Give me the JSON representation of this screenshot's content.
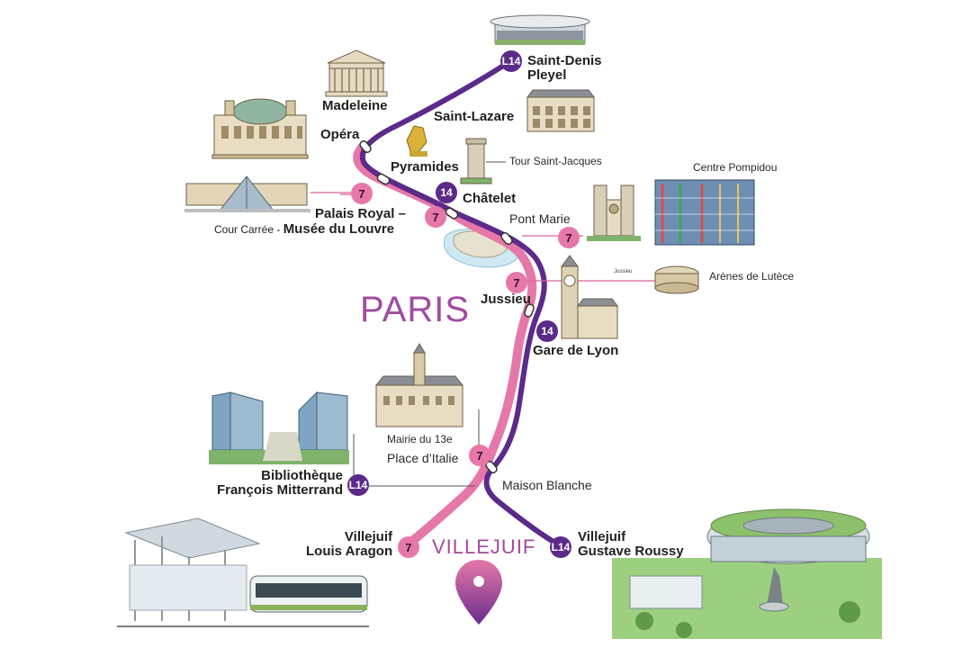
{
  "map": {
    "city_label": "PARIS",
    "destination_label": "VILLEJUIF",
    "colors": {
      "line7": "#e678a9",
      "line14": "#5c2b89",
      "pin_top": "#e678a9",
      "pin_bottom": "#6a2c8c"
    }
  },
  "badges": {
    "line14": "L14",
    "line14_num": "14",
    "line7": "7"
  },
  "stations": {
    "saint_denis": "Saint-Denis\nPleyel",
    "madeleine": "Madeleine",
    "saint_lazare": "Saint-Lazare",
    "opera": "Opéra",
    "pyramides": "Pyramides",
    "chatelet": "Châtelet",
    "palais_royal_bold": "Palais Royal –",
    "cour_carree": "Cour Carrée - ",
    "musee_louvre": "Musée du Louvre",
    "pont_marie": "Pont Marie",
    "jussieu": "Jussieu",
    "gare_de_lyon": "Gare de Lyon",
    "place_italie": "Place d’Italie",
    "maison_blanche": "Maison Blanche",
    "bibliotheque": "Bibliothèque\nFrançois Mitterrand",
    "villejuif_aragon": "Villejuif\nLouis Aragon",
    "villejuif_roussy": "Villejuif\nGustave Roussy"
  },
  "landmarks": {
    "tour_saint_jacques": "Tour Saint-Jacques",
    "centre_pompidou": "Centre Pompidou",
    "arenes": "Arènes de Lutèce",
    "jussieu_small": "Jussieu",
    "mairie": "Mairie du 13e"
  }
}
